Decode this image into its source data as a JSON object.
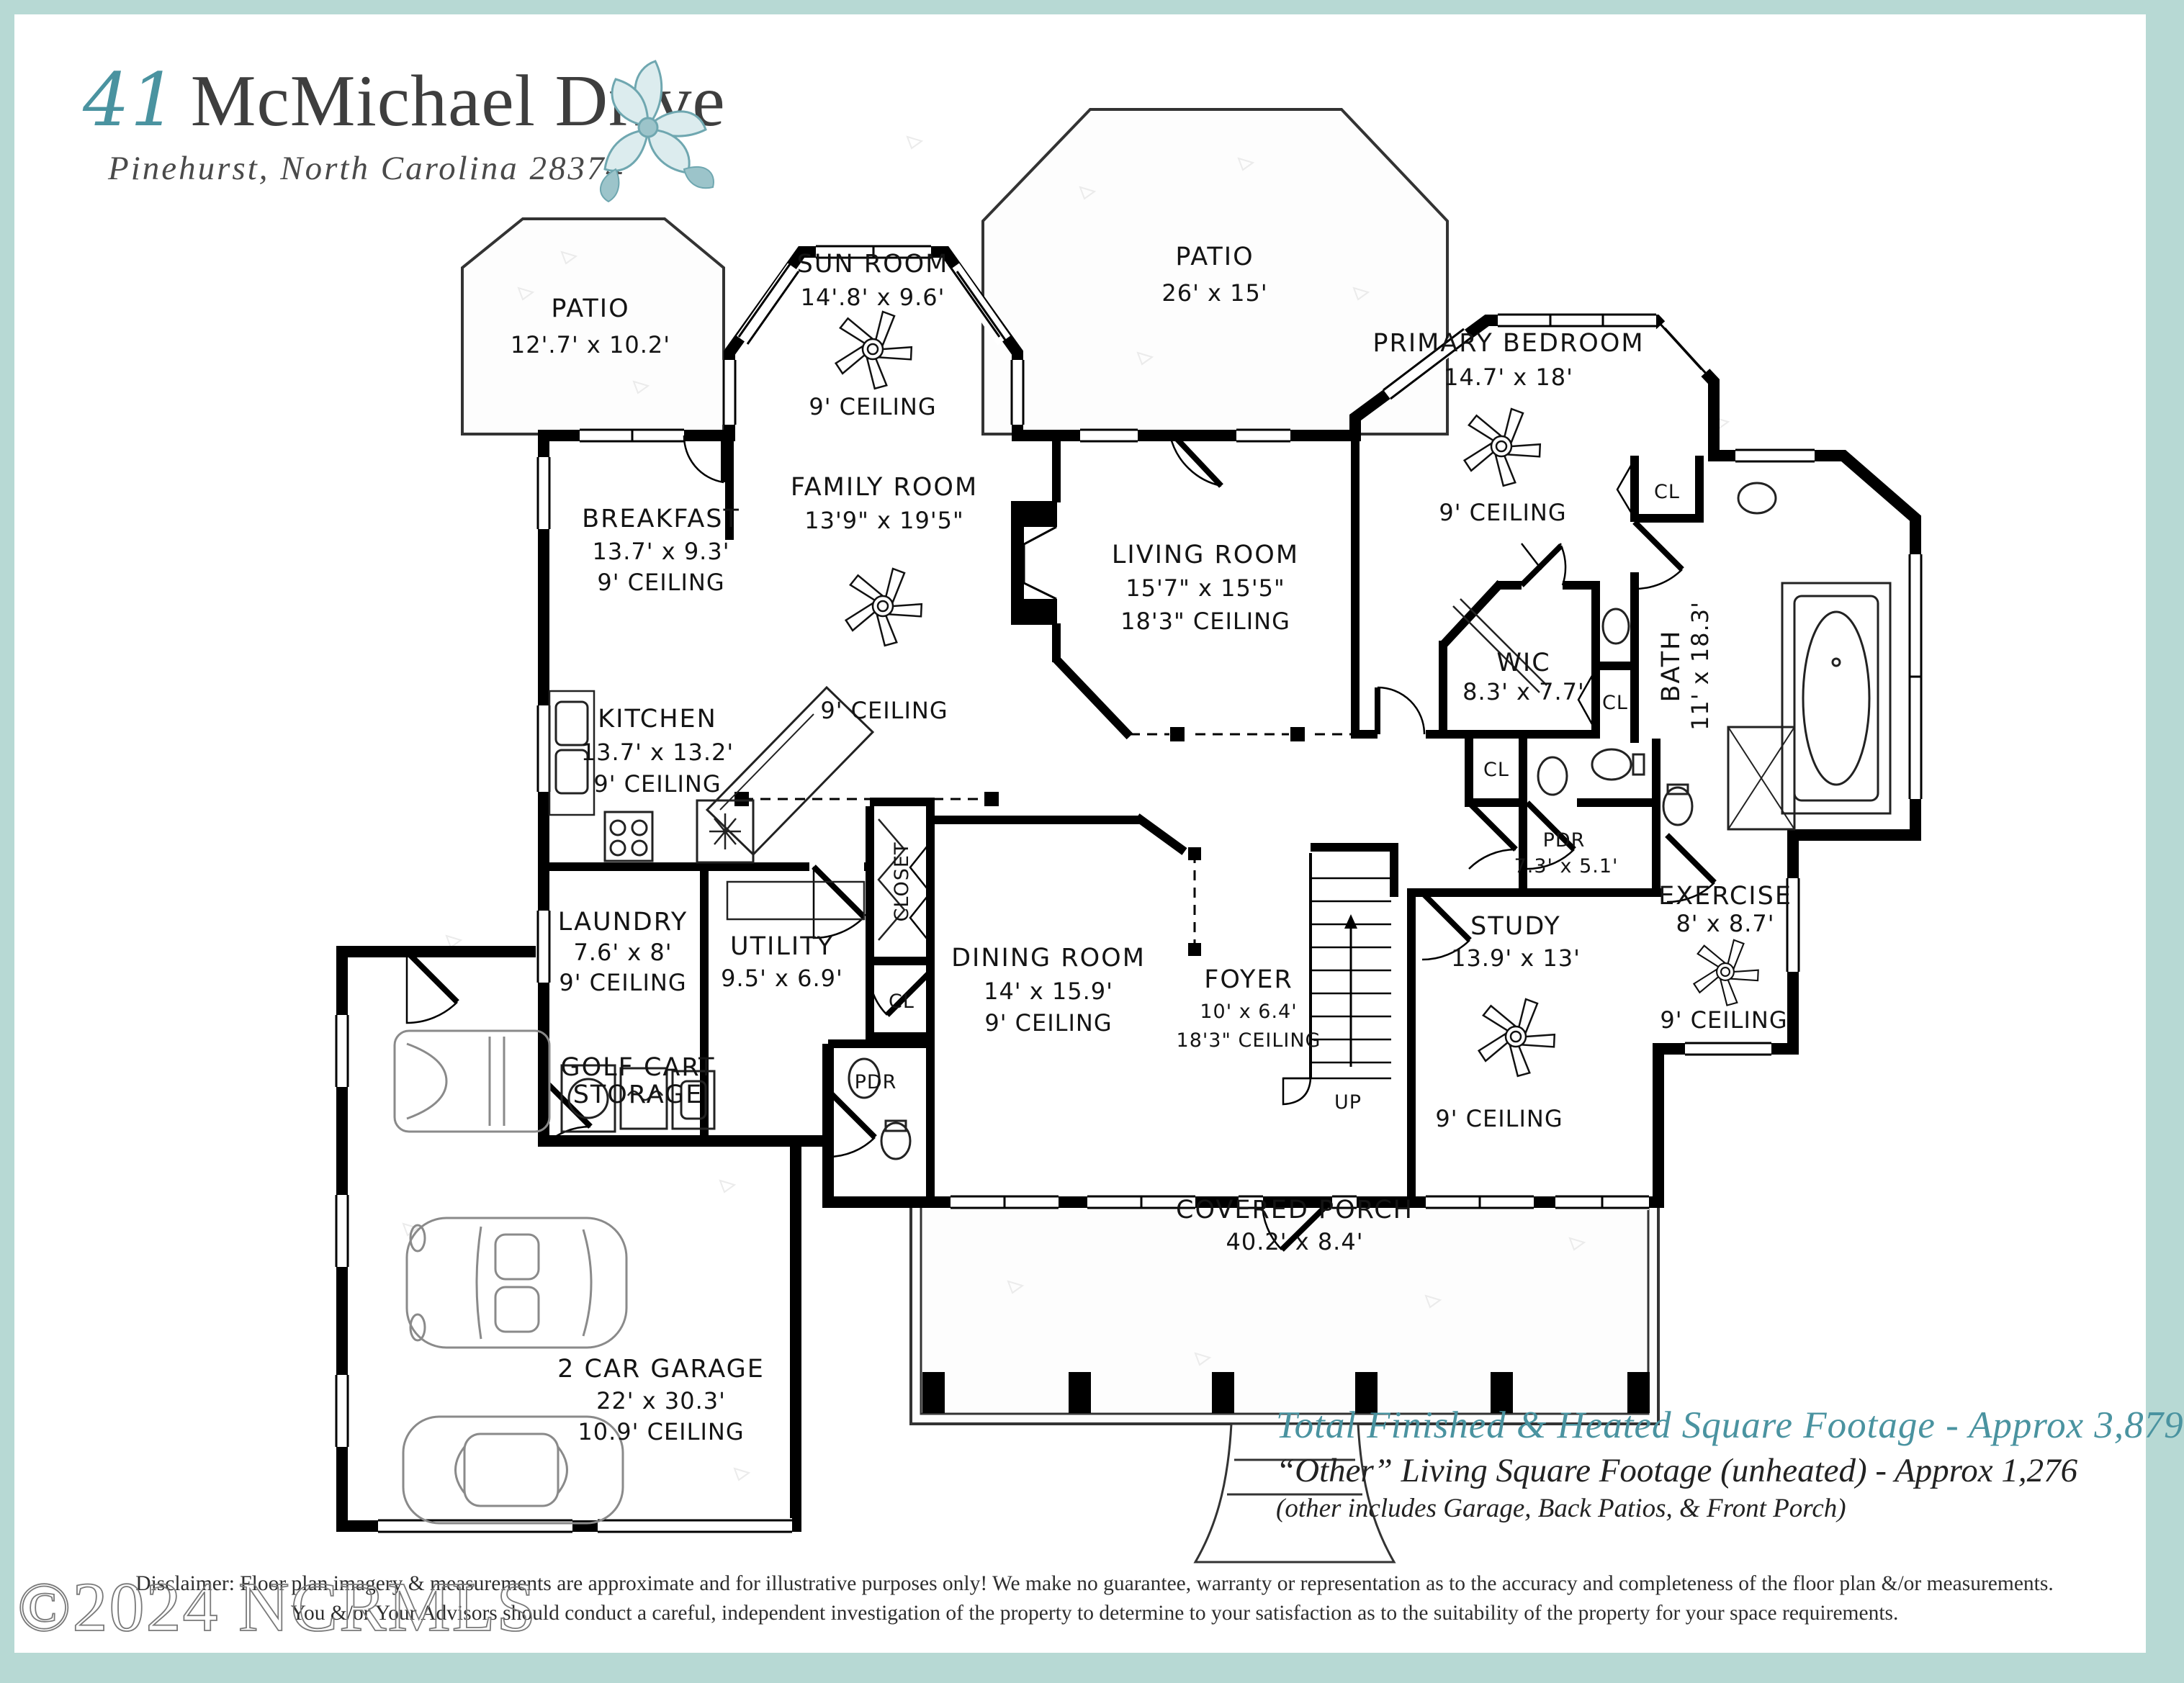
{
  "page": {
    "border_color": "#b7d9d4",
    "background": "#ffffff",
    "accent_color": "#4a93a0",
    "wall_color": "#000000"
  },
  "header": {
    "street_number": "41",
    "street_name": "McMichael Drive",
    "address_line": "Pinehurst, North Carolina 28374",
    "flower_icon": "magnolia-flower-icon"
  },
  "rooms": {
    "patio_left": {
      "name": "PATIO",
      "dims": "12'.7' x 10.2'"
    },
    "sun_room": {
      "name": "SUN ROOM",
      "dims": "14'.8' x 9.6'",
      "ceiling": "9' CEILING"
    },
    "patio_back": {
      "name": "PATIO",
      "dims": "26' x 15'"
    },
    "primary_bedroom": {
      "name": "PRIMARY BEDROOM",
      "dims": "14.7' x 18'",
      "ceiling": "9' CEILING"
    },
    "breakfast": {
      "name": "BREAKFAST",
      "dims": "13.7' x 9.3'",
      "ceiling": "9' CEILING"
    },
    "family_room": {
      "name": "FAMILY ROOM",
      "dims": "13'9\" x 19'5\"",
      "ceiling": "9' CEILING"
    },
    "living_room": {
      "name": "LIVING ROOM",
      "dims": "15'7\" x 15'5\"",
      "ceiling": "18'3\" CEILING"
    },
    "wic": {
      "name": "WIC",
      "dims": "8.3' x 7.7'"
    },
    "bath": {
      "name": "BATH",
      "dims": "11' x 18.3'"
    },
    "kitchen": {
      "name": "KITCHEN",
      "dims": "13.7' x 13.2'",
      "ceiling": "9' CEILING"
    },
    "laundry": {
      "name": "LAUNDRY",
      "dims": "7.6' x 8'",
      "ceiling": "9' CEILING"
    },
    "utility": {
      "name": "UTILITY",
      "dims": "9.5' x 6.9'"
    },
    "closet": {
      "name": "CLOSET"
    },
    "dining_room": {
      "name": "DINING ROOM",
      "dims": "14' x 15.9'",
      "ceiling": "9' CEILING"
    },
    "foyer": {
      "name": "FOYER",
      "dims": "10' x 6.4'",
      "ceiling": "18'3\" CEILING"
    },
    "study": {
      "name": "STUDY",
      "dims": "13.9' x 13'",
      "ceiling": "9' CEILING"
    },
    "powder_room": {
      "name": "PDR",
      "dims": "7.3' x 5.1'"
    },
    "powder_hall": {
      "name": "PDR"
    },
    "exercise": {
      "name": "EXERCISE",
      "dims": "8' x 8.7'",
      "ceiling": "9' CEILING"
    },
    "golf_cart_storage": {
      "name_line1": "GOLF CART",
      "name_line2": "STORAGE"
    },
    "garage": {
      "name": "2 CAR GARAGE",
      "dims": "22' x 30.3'",
      "ceiling": "10.9' CEILING"
    },
    "covered_porch": {
      "name": "COVERED PORCH",
      "dims": "40.2' x 8.4'"
    },
    "closet_abbr": "CL",
    "stairs_label": "UP"
  },
  "footer": {
    "heated_line": "Total Finished & Heated Square Footage - Approx 3,879",
    "other_line": "“Other” Living Square Footage (unheated) - Approx 1,276",
    "other_note": "(other includes Garage, Back Patios, & Front Porch)"
  },
  "disclaimer": {
    "line1": "Disclaimer:  Floor plan imagery & measurements are approximate and for illustrative purposes only!  We make no guarantee, warranty or representation as to the accuracy and completeness of  the floor plan &/or measurements.",
    "line2": "You &/or Your Advisors should conduct a careful, independent investigation of  the property to determine to your satisfaction as to the suitability of  the property for your space requirements."
  },
  "watermark": "©2024 NCRMLS"
}
